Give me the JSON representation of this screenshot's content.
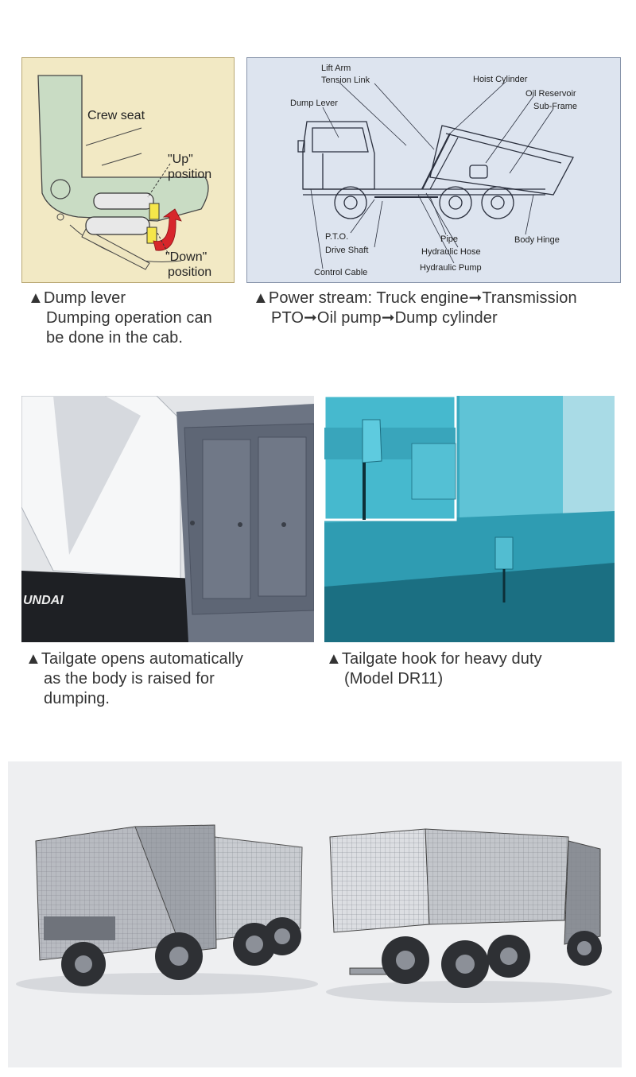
{
  "dump_lever_panel": {
    "crew_seat": "Crew seat",
    "up_line1": "\"Up\"",
    "up_line2": "position",
    "down_line1": "\"Down\"",
    "down_line2": "position"
  },
  "power_panel": {
    "labels": {
      "lift_arm": "Lift Arm",
      "tension_link": "Tension Link",
      "hoist_cylinder": "Hoist Cylinder",
      "oil_reservoir": "Oil Reservoir",
      "sub_frame": "Sub-Frame",
      "dump_lever": "Dump Lever",
      "pto": "P.T.O.",
      "drive_shaft": "Drive Shaft",
      "pipe": "Pipe",
      "hydraulic_hose": "Hydraulic Hose",
      "body_hinge": "Body Hinge",
      "hydraulic_pump": "Hydraulic Pump",
      "control_cable": "Control Cable"
    }
  },
  "captions": {
    "dump_lever": [
      "▲Dump lever",
      "Dumping operation can",
      "be done in the cab."
    ],
    "power_stream": [
      "▲Power stream: Truck engine➞Transmission",
      "PTO➞Oil pump➞Dump cylinder"
    ],
    "tailgate_auto": [
      "▲Tailgate opens automatically",
      "as the body is raised for",
      "dumping."
    ],
    "tailgate_hook": [
      "▲Tailgate hook for heavy duty",
      "(Model DR11)"
    ]
  },
  "photo_texts": {
    "brand_partial": "UNDAI"
  },
  "colors": {
    "beige": "#f2e9c4",
    "seat_green": "#c9dcc4",
    "diagram_blue": "#dde4ef",
    "teal_body": "#3bb2c8",
    "gray_body": "#6c7483",
    "arrow_red": "#d7262b"
  }
}
